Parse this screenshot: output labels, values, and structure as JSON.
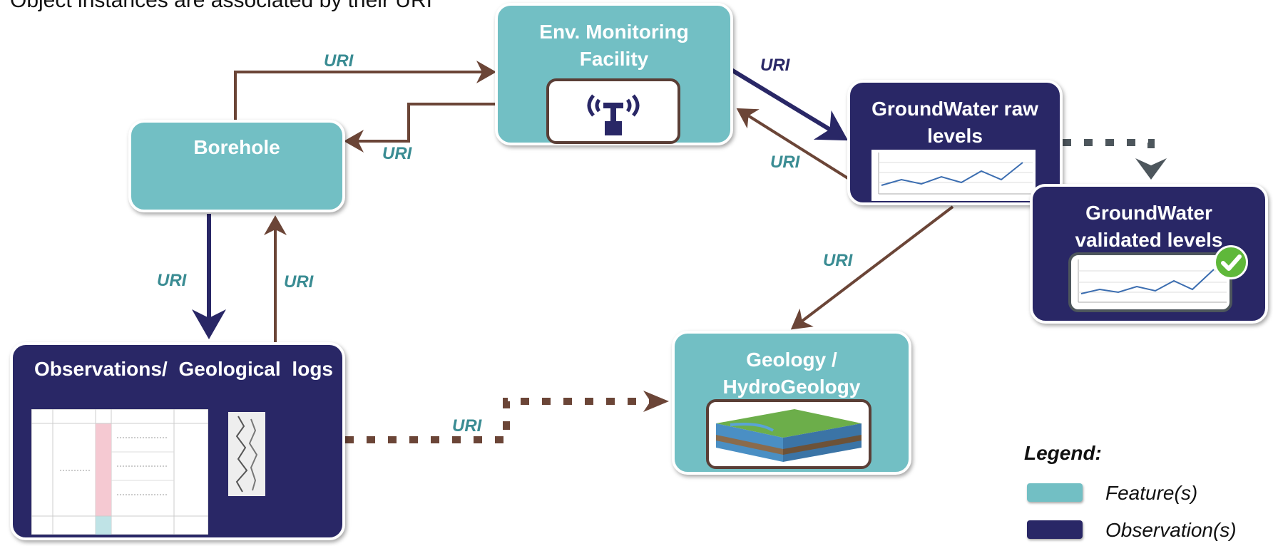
{
  "title": "Object instances are associated by their URI",
  "colors": {
    "feature": "#72bfc4",
    "observation": "#292766",
    "brown_arrow": "#6b4537",
    "navy_arrow": "#292766",
    "uri_teal": "#3a8c93"
  },
  "nodes": {
    "env_monitoring": {
      "label": "Env. Monitoring Facility",
      "type": "feature",
      "icon": "antenna-sensor-icon"
    },
    "borehole": {
      "label": "Borehole",
      "type": "feature"
    },
    "gw_raw": {
      "label": "GroundWater raw levels",
      "type": "observation",
      "icon": "line-chart-thumbnail"
    },
    "gw_validated": {
      "label": "GroundWater validated levels",
      "type": "observation",
      "icon": "line-chart-thumbnail",
      "badge": "checkmark-icon"
    },
    "observations_logs": {
      "label": "Observations/  Geological logs",
      "type": "observation",
      "icon": "log-table-thumbnail"
    },
    "geology": {
      "label": "Geology / HydroGeology",
      "type": "feature",
      "icon": "terrain-block-thumbnail"
    }
  },
  "edge_labels": {
    "borehole_to_env": "URI",
    "env_to_borehole": "URI",
    "env_to_gw_raw": "URI",
    "gw_raw_to_env": "URI",
    "gw_raw_to_geology": "URI",
    "borehole_to_obs": "URI",
    "obs_to_borehole": "URI",
    "obs_to_geology": "URI"
  },
  "legend": {
    "title": "Legend:",
    "items": [
      {
        "label": "Feature(s)",
        "color": "#72bfc4"
      },
      {
        "label": "Observation(s)",
        "color": "#292766"
      }
    ]
  }
}
